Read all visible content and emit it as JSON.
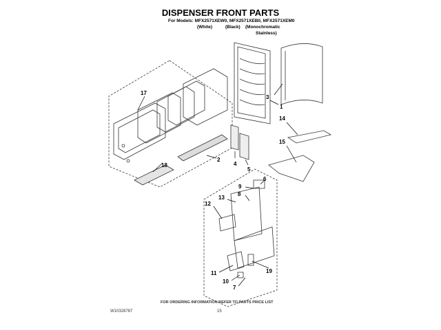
{
  "header": {
    "title": "DISPENSER FRONT PARTS",
    "models_line": "For Models: MFX2571XEW0, MFX2571XEB0, MFX2571XEM0",
    "variant_white": "(White)",
    "variant_black": "(Black)",
    "variant_mono_1": "(Monochromatic",
    "variant_mono_2": "Stainless)"
  },
  "diagram": {
    "callouts": [
      "17",
      "18",
      "2",
      "4",
      "5",
      "3",
      "1",
      "14",
      "15",
      "6",
      "9",
      "8",
      "13",
      "12",
      "11",
      "10",
      "7",
      "19"
    ]
  },
  "footer": {
    "ordering_note": "FOR ORDERING INFORMATION REFER TO PARTS PRICE LIST",
    "document_number": "W10328787",
    "page_number": "15"
  }
}
